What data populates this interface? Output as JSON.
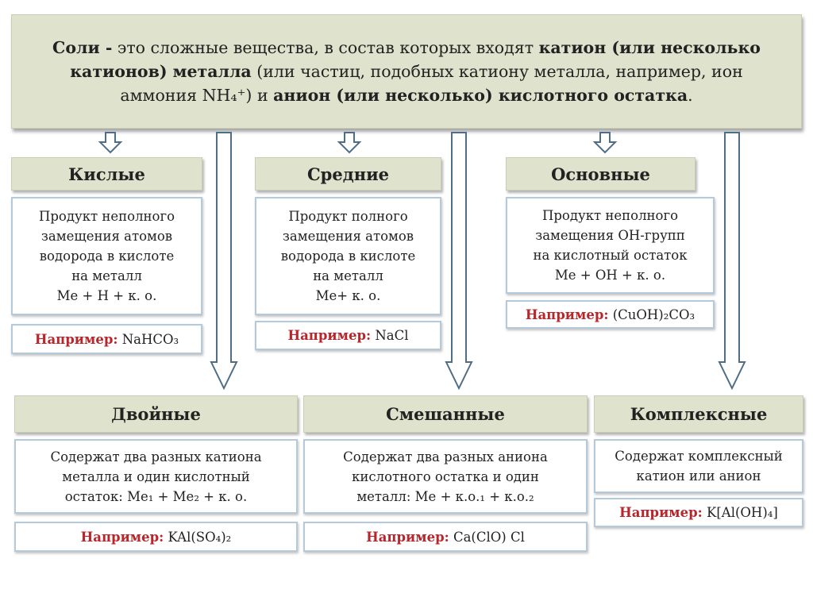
{
  "definition": {
    "segments": [
      {
        "text": "Соли -",
        "bold": true
      },
      {
        "text": " это сложные вещества, в состав которых входят ",
        "bold": false
      },
      {
        "text": "катион (или несколько катионов) металла",
        "bold": true
      },
      {
        "text": " (или частиц, подобных катиону металла, например, ион аммония NH₄⁺) и ",
        "bold": false
      },
      {
        "text": "анион (или несколько) кислотного остатка",
        "bold": true
      },
      {
        "text": ".",
        "bold": false
      }
    ]
  },
  "example_label": "Например:",
  "types": [
    {
      "title": "Кислые",
      "description": [
        "Продукт неполного",
        "замещения атомов",
        "водорода в кислоте",
        "на металл",
        "Me + H + к. о."
      ],
      "example": "NaHCO₃"
    },
    {
      "title": "Средние",
      "description": [
        "Продукт полного",
        "замещения атомов",
        "водорода в кислоте",
        "на металл",
        "Me+ к. о."
      ],
      "example": "NaCl"
    },
    {
      "title": "Основные",
      "description": [
        "Продукт неполного",
        "замещения ОН-групп",
        "на кислотный остаток",
        "Me + OH + к. о."
      ],
      "example": "(CuOH)₂CO₃"
    },
    {
      "title": "Двойные",
      "description": [
        "Содержат два разных катиона",
        "металла и один кислотный",
        "остаток: Me₁ + Me₂ + к. о."
      ],
      "example": "KAl(SO₄)₂"
    },
    {
      "title": "Смешанные",
      "description": [
        "Содержат два разных аниона",
        "кислотного остатка и один",
        "металл: Me + к.о.₁ + к.о.₂"
      ],
      "example": "Ca(ClO) Cl"
    },
    {
      "title": "Комплексные",
      "description": [
        "Содержат комплексный",
        "катион или анион"
      ],
      "example": "K[Al(OH)₄]"
    }
  ]
}
